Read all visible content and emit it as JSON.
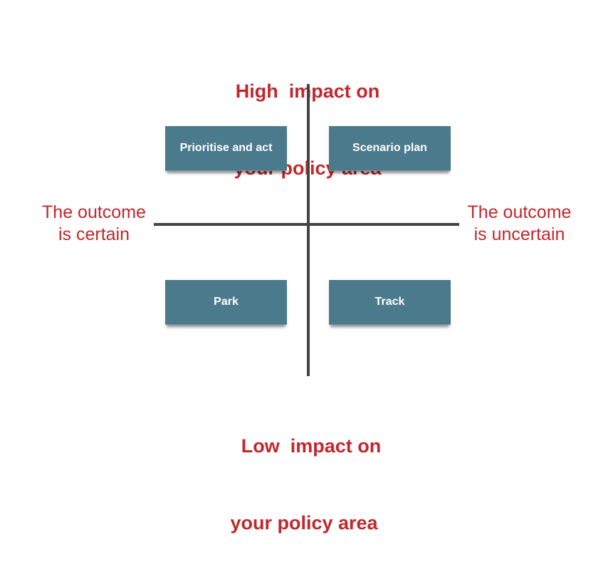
{
  "labels": {
    "top": [
      "High  impact on",
      "your policy area"
    ],
    "bottom": [
      "Low  impact on",
      "your policy area"
    ],
    "left": [
      "The outcome",
      "is certain"
    ],
    "right": [
      "The outcome",
      "is uncertain"
    ]
  },
  "quadrants": {
    "top_left": "Prioritise and act",
    "top_right": "Scenario plan",
    "bottom_left": "Park",
    "bottom_right": "Track"
  },
  "colors": {
    "label_red": "#c0282d",
    "box_fill": "#4b7a8c",
    "axis": "#444444"
  }
}
